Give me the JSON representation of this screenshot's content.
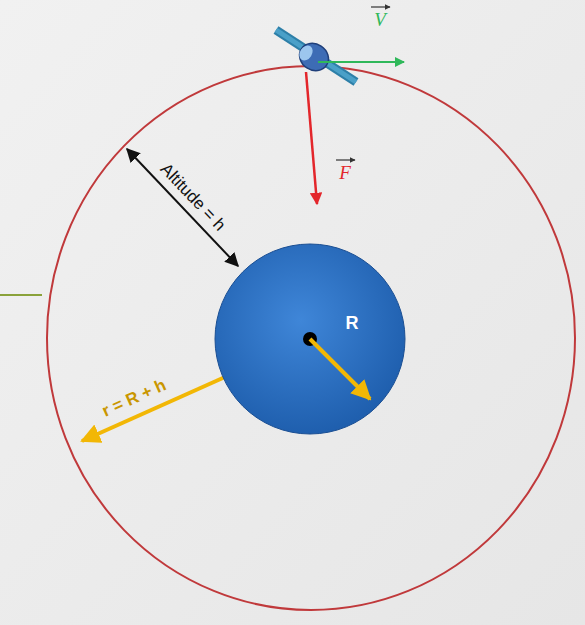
{
  "diagram": {
    "nodes": [
      {
        "text": [
          "R"
        ]
      }
    ],
    "labels": [
      "Altitude = h",
      "r = R + h",
      "V",
      "F"
    ]
  }
}
